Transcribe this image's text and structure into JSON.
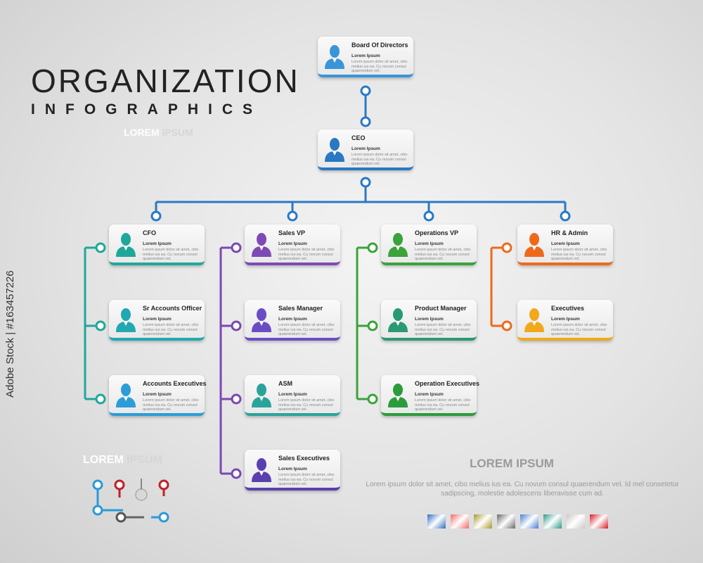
{
  "header": {
    "title": "ORGANIZATION",
    "subtitle": "INFOGRAPHICS",
    "tagline_a": "LOREM",
    "tagline_b": "IPSUM"
  },
  "legend": {
    "label_a": "LOREM",
    "label_b": "IPSUM"
  },
  "footer": {
    "heading": "LOREM IPSUM",
    "paragraph": "Lorem ipsum dolor sit amet, cibo melius ius ea. Cu novum consul quaerendum vel. Id mel consetetur sadipscing, molestie adolescens liberavisse cum ad."
  },
  "card_sub": "Lorem Ipsum",
  "card_desc": "Lorem ipsum dolor sit amet, cibo melius ius ea. Cu novum consul quaerendum vel.",
  "nodes": {
    "board": {
      "title": "Board Of Directors",
      "color": "#3a95d8"
    },
    "ceo": {
      "title": "CEO",
      "color": "#2a77c4"
    },
    "cfo": {
      "title": "CFO",
      "color": "#1fa89a"
    },
    "sr_accounts": {
      "title": "Sr Accounts Officer",
      "color": "#22a8b0"
    },
    "accounts_exec": {
      "title": "Accounts Executives",
      "color": "#2c9dd8"
    },
    "sales_vp": {
      "title": "Sales VP",
      "color": "#7d4ab5"
    },
    "sales_mgr": {
      "title": "Sales Manager",
      "color": "#6b4cc4"
    },
    "asm": {
      "title": "ASM",
      "color": "#2aa49a"
    },
    "sales_exec": {
      "title": "Sales Executives",
      "color": "#5a3fb0"
    },
    "ops_vp": {
      "title": "Operations VP",
      "color": "#3aa33a"
    },
    "product_mgr": {
      "title": "Product Manager",
      "color": "#2a9a72"
    },
    "ops_exec": {
      "title": "Operation Executives",
      "color": "#2b9c3c"
    },
    "hr": {
      "title": "HR & Admin",
      "color": "#ee6a1a"
    },
    "executives": {
      "title": "Executives",
      "color": "#f2a81a"
    }
  },
  "line_colors": {
    "top": "#2b78c4",
    "cfo": "#1fa89a",
    "sales": "#7b48b2",
    "ops": "#3aa33a",
    "hr": "#ee6a1a"
  },
  "swatches": [
    "#2f6fc0",
    "#f06a6a",
    "#a89a2a",
    "#6a6a6a",
    "#4a7fd0",
    "#2a9a8a",
    "#c8c8c8",
    "#d81c24"
  ],
  "watermark": "Adobe Stock | #163457226"
}
